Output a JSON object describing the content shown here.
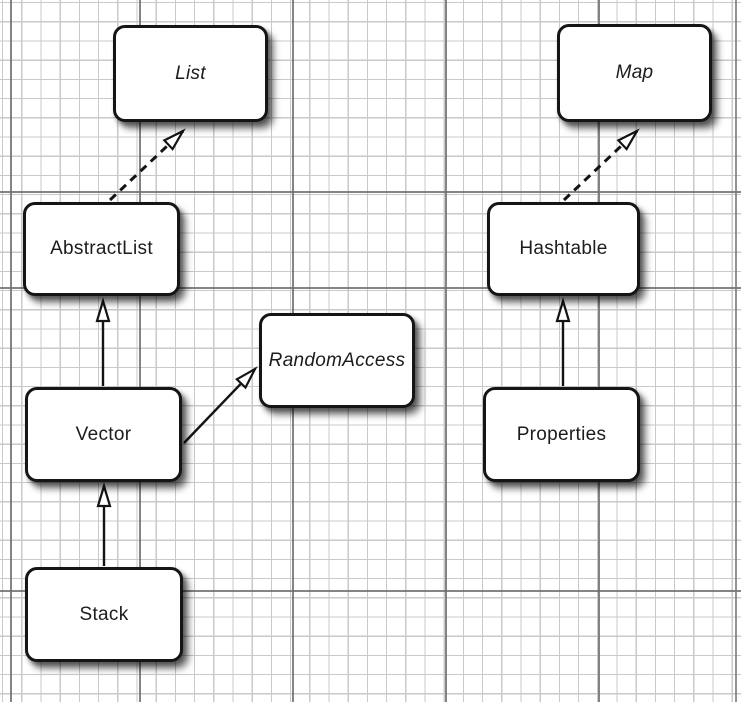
{
  "diagram": {
    "kind": "uml-class-diagram",
    "background": "graph-paper-grid",
    "colors": {
      "node_fill": "#ffffff",
      "node_border": "#151515",
      "grid_minor": "#c9c9c9",
      "grid_major": "#6e6e6e",
      "text": "#1c1c1c"
    },
    "nodes": [
      {
        "id": "list",
        "label": "List",
        "stereotype": "interface",
        "italic": true
      },
      {
        "id": "map",
        "label": "Map",
        "stereotype": "interface",
        "italic": true
      },
      {
        "id": "abstractlist",
        "label": "AbstractList",
        "stereotype": "class",
        "italic": false
      },
      {
        "id": "hashtable",
        "label": "Hashtable",
        "stereotype": "class",
        "italic": false
      },
      {
        "id": "randomaccess",
        "label": "RandomAccess",
        "stereotype": "interface",
        "italic": true
      },
      {
        "id": "vector",
        "label": "Vector",
        "stereotype": "class",
        "italic": false
      },
      {
        "id": "properties",
        "label": "Properties",
        "stereotype": "class",
        "italic": false
      },
      {
        "id": "stack",
        "label": "Stack",
        "stereotype": "class",
        "italic": false
      }
    ],
    "edges": [
      {
        "from": "AbstractList",
        "to": "List",
        "line": "dashed",
        "arrowhead": "open-triangle"
      },
      {
        "from": "Hashtable",
        "to": "Map",
        "line": "dashed",
        "arrowhead": "open-triangle"
      },
      {
        "from": "Vector",
        "to": "AbstractList",
        "line": "solid",
        "arrowhead": "open-triangle"
      },
      {
        "from": "Vector",
        "to": "RandomAccess",
        "line": "solid",
        "arrowhead": "open-triangle"
      },
      {
        "from": "Properties",
        "to": "Hashtable",
        "line": "solid",
        "arrowhead": "open-triangle"
      },
      {
        "from": "Stack",
        "to": "Vector",
        "line": "solid",
        "arrowhead": "open-triangle"
      }
    ]
  }
}
